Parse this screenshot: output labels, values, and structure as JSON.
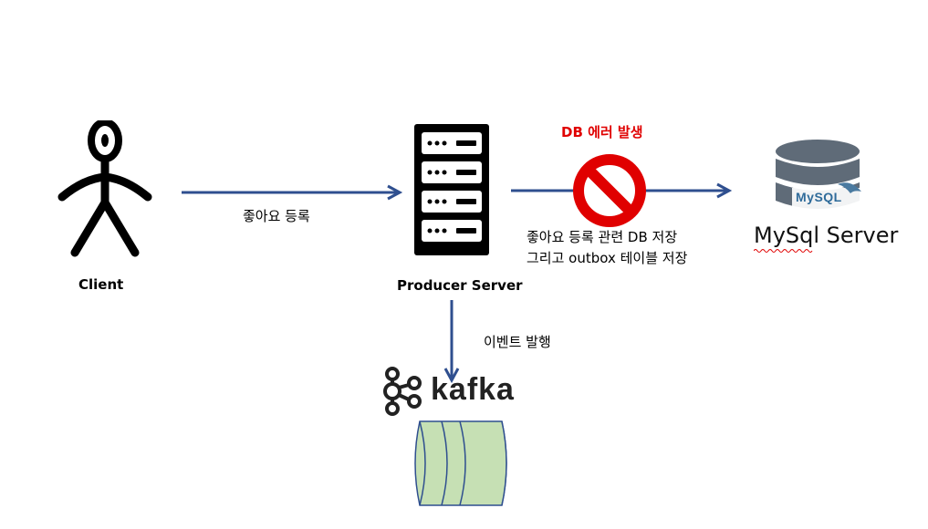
{
  "nodes": {
    "client": {
      "label": "Client"
    },
    "producer": {
      "label": "Producer Server"
    },
    "mysql": {
      "label": "MySql Server",
      "logo_text": "MySQL"
    },
    "kafka": {
      "label": "kafka"
    }
  },
  "edges": {
    "client_to_producer": {
      "label": "좋아요 등록"
    },
    "producer_to_mysql": {
      "label_line1": "좋아요 등록 관련 DB 저장",
      "label_line2": "그리고 outbox 테이블 저장",
      "error_label": "DB 에러 발생"
    },
    "producer_to_kafka": {
      "label": "이벤트 발행"
    }
  },
  "colors": {
    "arrow": "#2f4f8f",
    "error_red": "#e00000",
    "server": "#000000",
    "queue_fill": "#c6e0b4",
    "queue_stroke": "#2f4f8f"
  },
  "icons": {
    "client": "stick-person-icon",
    "producer": "server-rack-icon",
    "error": "prohibited-sign-icon",
    "mysql": "database-icon",
    "kafka": "kafka-logo-icon",
    "queue": "queue-cylinder-icon"
  }
}
